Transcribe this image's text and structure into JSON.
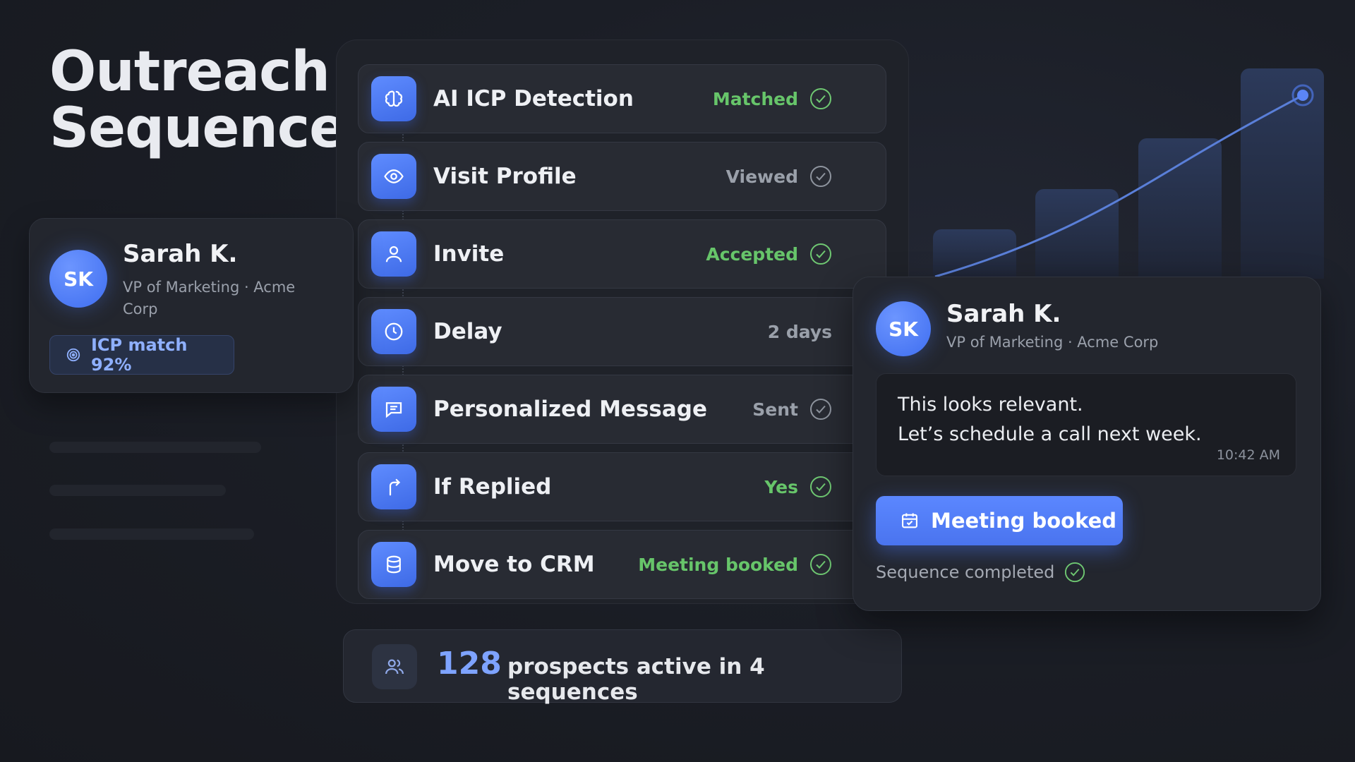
{
  "page": {
    "title_line1": "Outreach",
    "title_line2": "Sequences"
  },
  "prospect_card": {
    "initials": "SK",
    "name": "Sarah K.",
    "role": "VP of Marketing · Acme Corp",
    "icp_badge": "ICP match 92%"
  },
  "steps": [
    {
      "label": "AI ICP Detection",
      "status": "Matched",
      "status_color": "#67c56a",
      "icon": "brain-icon"
    },
    {
      "label": "Visit Profile",
      "status": "Viewed",
      "status_color": "#9aa0aa",
      "icon": "eye-icon"
    },
    {
      "label": "Invite",
      "status": "Accepted",
      "status_color": "#67c56a",
      "icon": "user-icon"
    },
    {
      "label": "Delay",
      "status": "2 days",
      "status_color": "#9aa0aa",
      "icon": "clock-icon"
    },
    {
      "label": "Personalized Message",
      "status": "Sent",
      "status_color": "#9aa0aa",
      "icon": "message-icon"
    },
    {
      "label": "If Replied",
      "status": "Yes",
      "status_color": "#67c56a",
      "icon": "branch-arrow-icon"
    },
    {
      "label": "Move to CRM",
      "status": "Meeting booked",
      "status_color": "#67c56a",
      "icon": "database-icon"
    }
  ],
  "stats": {
    "count": "128",
    "text": "prospects active in 4 sequences"
  },
  "chat_card": {
    "initials": "SK",
    "name": "Sarah K.",
    "role": "VP of Marketing · Acme Corp",
    "message_line1": "This looks relevant.",
    "message_line2": "Let’s schedule a call next week.",
    "time": "10:42 AM",
    "button_label": "Meeting booked",
    "completed_label": "Sequence completed"
  },
  "colors": {
    "accent": "#4a74ef",
    "success": "#67c56a",
    "muted": "#9aa0aa",
    "background": "#1b1e26"
  }
}
